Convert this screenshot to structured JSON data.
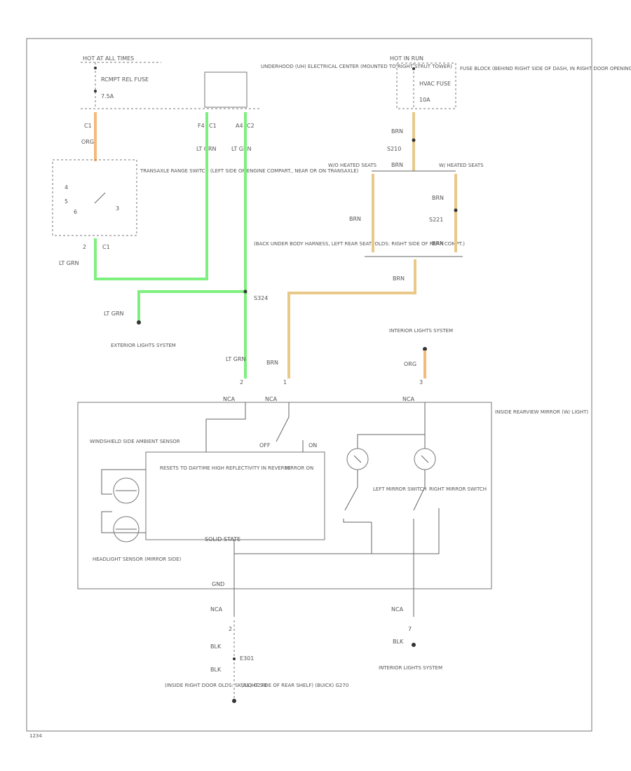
{
  "top_labels": {
    "hot_all_times": "HOT AT ALL TIMES",
    "hot_in_run": "HOT IN RUN",
    "rcmpt_rel_fuse": "RCMPT REL FUSE",
    "rcmpt_fuse_amp": "7.5A",
    "underhood_center": "UNDERHOOD (UH) ELECTRICAL CENTER (MOUNTED TO RIGHT STRUT TOWER)",
    "fuse_block": "FUSE BLOCK (BEHIND RIGHT SIDE OF DASH, IN RIGHT DOOR OPENING)",
    "hvac_fuse": "HVAC FUSE",
    "hvac_fuse_amp": "10A"
  },
  "connector_labels": {
    "c1": "C1",
    "c2": "C2",
    "f4": "F4",
    "a4": "A4",
    "c1_left": "C1"
  },
  "wire_colors": {
    "org": "ORG",
    "lt_grn": "LT GRN",
    "brn": "BRN",
    "blk": "BLK"
  },
  "component_labels": {
    "transaxle_switch": "TRANSAXLE RANGE SWITCH (LEFT SIDE OF ENGINE COMPART., NEAR OR ON TRANSAXLE)",
    "w_o_heated_seats": "W/O HEATED SEATS",
    "w_heated_seats": "W/ HEATED SEATS",
    "splice_s210": "S210",
    "splice_s221": "S221",
    "splice_s324": "S324",
    "body_harness": "(BACK UNDER BODY HARNESS, LEFT REAR SEAT, OLDS: RIGHT SIDE OF REAR COMPT.)",
    "exterior_lights": "EXTERIOR LIGHTS SYSTEM",
    "interior_lights_top": "INTERIOR LIGHTS SYSTEM",
    "interior_lights_bottom": "INTERIOR LIGHTS SYSTEM",
    "inside_mirror": "INSIDE REARVIEW MIRROR (W/ LIGHT)",
    "windshield_sensor": "WINDSHIELD SIDE AMBIENT SENSOR",
    "headlight_sensor": "HEADLIGHT SENSOR (MIRROR SIDE)",
    "resets_text": "RESETS TO DAYTIME HIGH REFLECTIVITY IN REVERSE",
    "mirror_on": "MIRROR ON",
    "off": "OFF",
    "on": "ON",
    "solid_state": "SOLID STATE",
    "left_mirror_switch": "LEFT MIRROR SWITCH",
    "right_mirror_switch": "RIGHT MIRROR SWITCH",
    "gnd": "GND",
    "nca": "NCA",
    "splice_e301": "E301",
    "ground_left": "(INSIDE RIGHT DOOR OLDS: SKULL) G270",
    "ground_right": "(RIGHT SIDE OF REAR SHELF) (BUICK) G270"
  },
  "pins": {
    "p1": "1",
    "p2": "2",
    "p3": "3",
    "p4": "4",
    "p5": "5",
    "p6": "6",
    "p7": "7"
  },
  "figure_id": "1234",
  "colors": {
    "lt_grn_wire": "#7ef07e",
    "brn_wire": "#e8c98a",
    "org_wire": "#f5b97a",
    "line": "#666666"
  }
}
